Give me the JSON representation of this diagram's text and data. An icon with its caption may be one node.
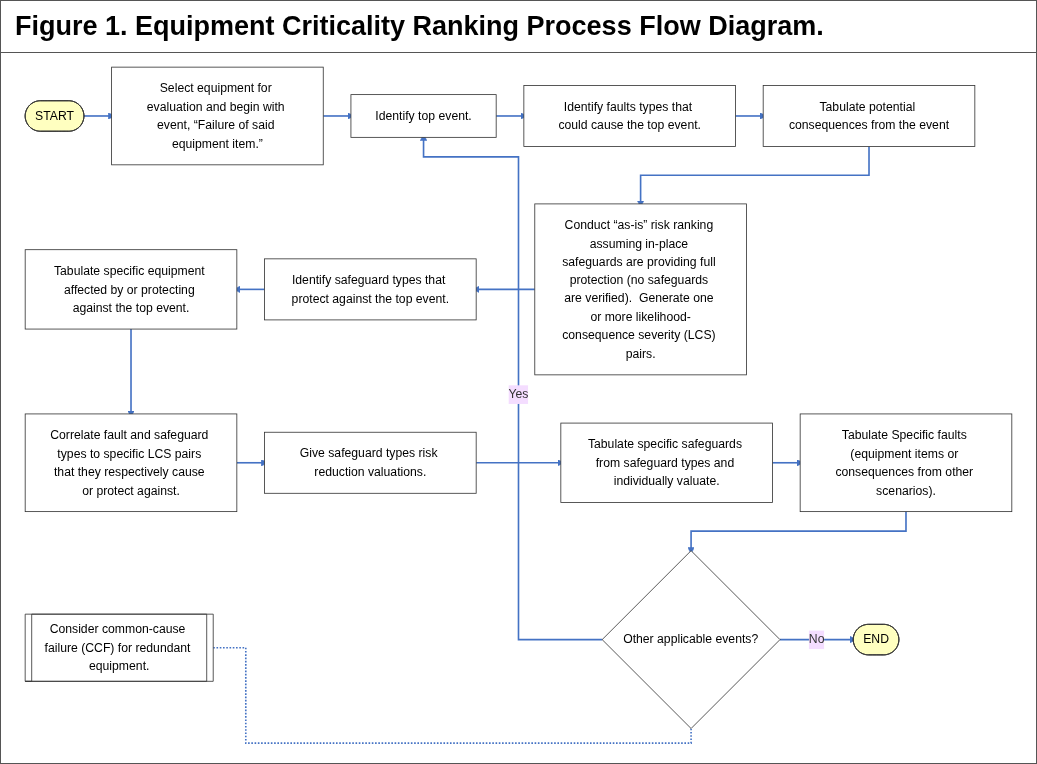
{
  "diagram": {
    "title": "Figure 1. Equipment Criticality Ranking Process Flow Diagram.",
    "nodes": [
      {
        "text": [
          "START"
        ]
      },
      {
        "text": [
          "Select equipment for evaluation and begin with event, “Failure of said equipment item.”"
        ]
      },
      {
        "text": [
          "Identify top event."
        ]
      },
      {
        "text": [
          "Identify faults types that could cause the top event."
        ]
      },
      {
        "text": [
          "Tabulate potential consequences from the event"
        ]
      },
      {
        "text": [
          "Conduct “as-is” risk ranking assuming in-place safeguards are providing full protection (no safeguards are verified).  Generate one or more likelihood-consequence severity (LCS) pairs."
        ]
      },
      {
        "text": [
          "Identify safeguard types that protect against the top event."
        ]
      },
      {
        "text": [
          "Tabulate specific equipment affected by or protecting against the top event."
        ]
      },
      {
        "text": [
          "Correlate fault and safeguard types to specific LCS pairs that they respectively cause or protect against."
        ]
      },
      {
        "text": [
          "Give safeguard types risk reduction valuations."
        ]
      },
      {
        "text": [
          "Tabulate specific safeguards from safeguard types and individually valuate."
        ]
      },
      {
        "text": [
          "Tabulate Specific faults (equipment items or consequences from other scenarios)."
        ]
      },
      {
        "text": [
          "Other applicable events?"
        ]
      },
      {
        "text": [
          "END"
        ]
      },
      {
        "text": [
          "Consider common-cause failure (CCF) for redundant equipment."
        ]
      }
    ],
    "edges": [
      {
        "from": 0,
        "to": 1,
        "arrow": "to"
      },
      {
        "from": 1,
        "to": 2,
        "arrow": "to"
      },
      {
        "from": 2,
        "to": 3,
        "arrow": "to"
      },
      {
        "from": 3,
        "to": 4,
        "arrow": "to"
      },
      {
        "from": 4,
        "to": 5,
        "arrow": "to"
      },
      {
        "from": 5,
        "to": 6,
        "arrow": "to"
      },
      {
        "from": 6,
        "to": 7,
        "arrow": "to"
      },
      {
        "from": 7,
        "to": 8,
        "arrow": "to"
      },
      {
        "from": 8,
        "to": 9,
        "arrow": "to"
      },
      {
        "from": 9,
        "to": 10,
        "arrow": "to"
      },
      {
        "from": 10,
        "to": 11,
        "arrow": "to"
      },
      {
        "from": 11,
        "to": 12,
        "arrow": "to"
      },
      {
        "from": 12,
        "to": 2,
        "label": "Yes",
        "arrow": "to"
      },
      {
        "from": 12,
        "to": 13,
        "label": "No",
        "arrow": "to"
      },
      {
        "from": 14,
        "to": 12,
        "arrow": "none",
        "style": "dashed"
      }
    ]
  }
}
